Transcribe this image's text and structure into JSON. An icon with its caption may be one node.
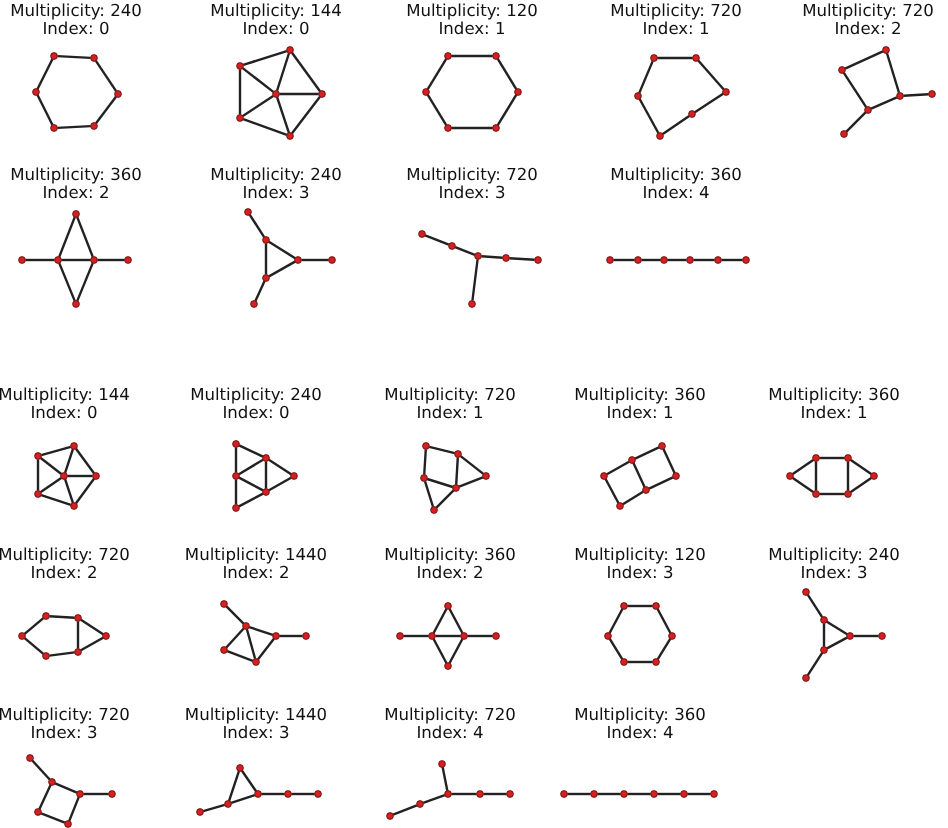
{
  "diagram": {
    "nodes": [
      {
        "text": [],
        "shape": "circle"
      },
      {
        "text": [],
        "shape": "circle"
      },
      {
        "text": [],
        "shape": "circle"
      },
      {
        "text": [],
        "shape": "circle"
      },
      {
        "text": [],
        "shape": "circle"
      },
      {
        "text": [],
        "shape": "circle"
      },
      {
        "text": [],
        "shape": "circle"
      },
      {
        "text": [],
        "shape": "circle"
      },
      {
        "text": [],
        "shape": "circle"
      },
      {
        "text": [],
        "shape": "circle"
      },
      {
        "text": [],
        "shape": "circle"
      },
      {
        "text": [],
        "shape": "circle"
      },
      {
        "text": [],
        "shape": "circle"
      },
      {
        "text": [],
        "shape": "circle"
      },
      {
        "text": [],
        "shape": "circle"
      },
      {
        "text": [],
        "shape": "circle"
      },
      {
        "text": [],
        "shape": "circle"
      },
      {
        "text": [],
        "shape": "circle"
      },
      {
        "text": [],
        "shape": "circle"
      },
      {
        "text": [],
        "shape": "circle"
      },
      {
        "text": [],
        "shape": "circle"
      },
      {
        "text": [],
        "shape": "circle"
      },
      {
        "text": [],
        "shape": "circle"
      },
      {
        "text": [],
        "shape": "circle"
      },
      {
        "text": [],
        "shape": "circle"
      },
      {
        "text": [],
        "shape": "circle"
      },
      {
        "text": [],
        "shape": "circle"
      },
      {
        "text": [],
        "shape": "circle"
      },
      {
        "text": [],
        "shape": "circle"
      },
      {
        "text": [],
        "shape": "circle"
      },
      {
        "text": [],
        "shape": "circle"
      },
      {
        "text": [],
        "shape": "circle"
      },
      {
        "text": [],
        "shape": "circle"
      },
      {
        "text": [],
        "shape": "circle"
      },
      {
        "text": [],
        "shape": "circle"
      },
      {
        "text": [],
        "shape": "circle"
      },
      {
        "text": [],
        "shape": "circle"
      },
      {
        "text": [],
        "shape": "circle"
      },
      {
        "text": [],
        "shape": "circle"
      },
      {
        "text": [],
        "shape": "circle"
      },
      {
        "text": [],
        "shape": "circle"
      },
      {
        "text": [],
        "shape": "circle"
      },
      {
        "text": [],
        "shape": "circle"
      },
      {
        "text": [],
        "shape": "circle"
      },
      {
        "text": [],
        "shape": "circle"
      },
      {
        "text": [],
        "shape": "circle"
      },
      {
        "text": [],
        "shape": "circle"
      },
      {
        "text": [],
        "shape": "circle"
      },
      {
        "text": [],
        "shape": "circle"
      },
      {
        "text": [],
        "shape": "circle"
      },
      {
        "text": [],
        "shape": "circle"
      },
      {
        "text": [],
        "shape": "circle"
      },
      {
        "text": [],
        "shape": "circle"
      },
      {
        "text": [],
        "shape": "circle"
      },
      {
        "text": [],
        "shape": "circle"
      },
      {
        "text": [],
        "shape": "circle"
      },
      {
        "text": [],
        "shape": "circle"
      },
      {
        "text": [],
        "shape": "circle"
      },
      {
        "text": [],
        "shape": "circle"
      },
      {
        "text": [],
        "shape": "circle"
      },
      {
        "text": [],
        "shape": "circle"
      },
      {
        "text": [],
        "shape": "circle"
      },
      {
        "text": [],
        "shape": "circle"
      },
      {
        "text": [],
        "shape": "circle"
      },
      {
        "text": [],
        "shape": "circle"
      },
      {
        "text": [],
        "shape": "circle"
      },
      {
        "text": [],
        "shape": "circle"
      },
      {
        "text": [],
        "shape": "circle"
      },
      {
        "text": [],
        "shape": "circle"
      },
      {
        "text": [],
        "shape": "circle"
      },
      {
        "text": [],
        "shape": "circle"
      },
      {
        "text": [],
        "shape": "circle"
      },
      {
        "text": [],
        "shape": "circle"
      },
      {
        "text": [],
        "shape": "circle"
      },
      {
        "text": [],
        "shape": "circle"
      },
      {
        "text": [],
        "shape": "circle"
      },
      {
        "text": [],
        "shape": "circle"
      },
      {
        "text": [],
        "shape": "circle"
      },
      {
        "text": [],
        "shape": "circle"
      },
      {
        "text": [],
        "shape": "circle"
      },
      {
        "text": [],
        "shape": "circle"
      },
      {
        "text": [],
        "shape": "circle"
      },
      {
        "text": [],
        "shape": "circle"
      },
      {
        "text": [],
        "shape": "circle"
      },
      {
        "text": [],
        "shape": "circle"
      },
      {
        "text": [],
        "shape": "circle"
      },
      {
        "text": [],
        "shape": "circle"
      },
      {
        "text": [],
        "shape": "circle"
      },
      {
        "text": [],
        "shape": "circle"
      },
      {
        "text": [],
        "shape": "circle"
      },
      {
        "text": [],
        "shape": "circle"
      },
      {
        "text": [],
        "shape": "circle"
      },
      {
        "text": [],
        "shape": "circle"
      },
      {
        "text": [],
        "shape": "circle"
      },
      {
        "text": [],
        "shape": "circle"
      },
      {
        "text": [],
        "shape": "circle"
      },
      {
        "text": [],
        "shape": "circle"
      },
      {
        "text": [],
        "shape": "circle"
      },
      {
        "text": [],
        "shape": "circle"
      },
      {
        "text": [],
        "shape": "circle"
      },
      {
        "text": [],
        "shape": "circle"
      },
      {
        "text": [],
        "shape": "circle"
      },
      {
        "text": [],
        "shape": "circle"
      },
      {
        "text": [],
        "shape": "circle"
      },
      {
        "text": [],
        "shape": "circle"
      },
      {
        "text": [],
        "shape": "circle"
      },
      {
        "text": [],
        "shape": "circle"
      },
      {
        "text": [],
        "shape": "circle"
      },
      {
        "text": [],
        "shape": "circle"
      },
      {
        "text": [],
        "shape": "circle"
      },
      {
        "text": [],
        "shape": "circle"
      },
      {
        "text": [],
        "shape": "circle"
      },
      {
        "text": [],
        "shape": "circle"
      },
      {
        "text": [],
        "shape": "circle"
      },
      {
        "text": [],
        "shape": "circle"
      },
      {
        "text": [],
        "shape": "circle"
      },
      {
        "text": [],
        "shape": "circle"
      },
      {
        "text": [],
        "shape": "circle"
      },
      {
        "text": [],
        "shape": "circle"
      },
      {
        "text": [],
        "shape": "circle"
      },
      {
        "text": [],
        "shape": "circle"
      },
      {
        "text": [],
        "shape": "circle"
      },
      {
        "text": [],
        "shape": "circle"
      },
      {
        "text": [],
        "shape": "circle"
      },
      {
        "text": [],
        "shape": "circle"
      },
      {
        "text": [],
        "shape": "circle"
      },
      {
        "text": [],
        "shape": "circle"
      },
      {
        "text": [],
        "shape": "circle"
      },
      {
        "text": [],
        "shape": "circle"
      },
      {
        "text": [],
        "shape": "circle"
      },
      {
        "text": [],
        "shape": "circle"
      },
      {
        "text": [],
        "shape": "circle"
      },
      {
        "text": [],
        "shape": "circle"
      },
      {
        "text": [],
        "shape": "circle"
      },
      {
        "text": [],
        "shape": "circle"
      },
      {
        "text": [],
        "shape": "circle"
      },
      {
        "text": [],
        "shape": "circle"
      },
      {
        "text": [],
        "shape": "circle"
      }
    ],
    "edges": [
      {
        "from": 0,
        "to": 1,
        "arrow": "none"
      },
      {
        "from": 1,
        "to": 3,
        "arrow": "none"
      },
      {
        "from": 3,
        "to": 5,
        "arrow": "none"
      },
      {
        "from": 5,
        "to": 4,
        "arrow": "none"
      },
      {
        "from": 4,
        "to": 2,
        "arrow": "none"
      },
      {
        "from": 2,
        "to": 0,
        "arrow": "none"
      },
      {
        "from": 6,
        "to": 7,
        "arrow": "none"
      },
      {
        "from": 7,
        "to": 10,
        "arrow": "none"
      },
      {
        "from": 10,
        "to": 11,
        "arrow": "none"
      },
      {
        "from": 11,
        "to": 9,
        "arrow": "none"
      },
      {
        "from": 9,
        "to": 6,
        "arrow": "none"
      },
      {
        "from": 8,
        "to": 6,
        "arrow": "none"
      },
      {
        "from": 8,
        "to": 7,
        "arrow": "none"
      },
      {
        "from": 8,
        "to": 9,
        "arrow": "none"
      },
      {
        "from": 8,
        "to": 10,
        "arrow": "none"
      },
      {
        "from": 8,
        "to": 11,
        "arrow": "none"
      },
      {
        "from": 12,
        "to": 13,
        "arrow": "none"
      },
      {
        "from": 13,
        "to": 15,
        "arrow": "none"
      },
      {
        "from": 15,
        "to": 17,
        "arrow": "none"
      },
      {
        "from": 17,
        "to": 16,
        "arrow": "none"
      },
      {
        "from": 16,
        "to": 14,
        "arrow": "none"
      },
      {
        "from": 14,
        "to": 12,
        "arrow": "none"
      },
      {
        "from": 18,
        "to": 19,
        "arrow": "none"
      },
      {
        "from": 19,
        "to": 21,
        "arrow": "none"
      },
      {
        "from": 21,
        "to": 22,
        "arrow": "none"
      },
      {
        "from": 22,
        "to": 23,
        "arrow": "none"
      },
      {
        "from": 23,
        "to": 20,
        "arrow": "none"
      },
      {
        "from": 20,
        "to": 18,
        "arrow": "none"
      },
      {
        "from": 24,
        "to": 25,
        "arrow": "none"
      },
      {
        "from": 25,
        "to": 28,
        "arrow": "none"
      },
      {
        "from": 28,
        "to": 27,
        "arrow": "none"
      },
      {
        "from": 27,
        "to": 24,
        "arrow": "none"
      },
      {
        "from": 27,
        "to": 26,
        "arrow": "none"
      },
      {
        "from": 28,
        "to": 29,
        "arrow": "none"
      },
      {
        "from": 31,
        "to": 32,
        "arrow": "none"
      },
      {
        "from": 32,
        "to": 33,
        "arrow": "none"
      },
      {
        "from": 33,
        "to": 34,
        "arrow": "none"
      },
      {
        "from": 30,
        "to": 32,
        "arrow": "none"
      },
      {
        "from": 30,
        "to": 33,
        "arrow": "none"
      },
      {
        "from": 32,
        "to": 35,
        "arrow": "none"
      },
      {
        "from": 33,
        "to": 35,
        "arrow": "none"
      },
      {
        "from": 36,
        "to": 37,
        "arrow": "none"
      },
      {
        "from": 37,
        "to": 38,
        "arrow": "none"
      },
      {
        "from": 38,
        "to": 40,
        "arrow": "none"
      },
      {
        "from": 40,
        "to": 37,
        "arrow": "none"
      },
      {
        "from": 38,
        "to": 39,
        "arrow": "none"
      },
      {
        "from": 40,
        "to": 41,
        "arrow": "none"
      },
      {
        "from": 42,
        "to": 43,
        "arrow": "none"
      },
      {
        "from": 43,
        "to": 44,
        "arrow": "none"
      },
      {
        "from": 44,
        "to": 45,
        "arrow": "none"
      },
      {
        "from": 45,
        "to": 46,
        "arrow": "none"
      },
      {
        "from": 44,
        "to": 47,
        "arrow": "none"
      },
      {
        "from": 48,
        "to": 49,
        "arrow": "none"
      },
      {
        "from": 49,
        "to": 50,
        "arrow": "none"
      },
      {
        "from": 50,
        "to": 51,
        "arrow": "none"
      },
      {
        "from": 51,
        "to": 52,
        "arrow": "none"
      },
      {
        "from": 52,
        "to": 53,
        "arrow": "none"
      },
      {
        "from": 54,
        "to": 55,
        "arrow": "none"
      },
      {
        "from": 55,
        "to": 58,
        "arrow": "none"
      },
      {
        "from": 58,
        "to": 59,
        "arrow": "none"
      },
      {
        "from": 59,
        "to": 57,
        "arrow": "none"
      },
      {
        "from": 57,
        "to": 54,
        "arrow": "none"
      },
      {
        "from": 56,
        "to": 54,
        "arrow": "none"
      },
      {
        "from": 56,
        "to": 55,
        "arrow": "none"
      },
      {
        "from": 56,
        "to": 57,
        "arrow": "none"
      },
      {
        "from": 56,
        "to": 58,
        "arrow": "none"
      },
      {
        "from": 56,
        "to": 59,
        "arrow": "none"
      },
      {
        "from": 60,
        "to": 62,
        "arrow": "none"
      },
      {
        "from": 62,
        "to": 65,
        "arrow": "none"
      },
      {
        "from": 60,
        "to": 61,
        "arrow": "none"
      },
      {
        "from": 61,
        "to": 63,
        "arrow": "none"
      },
      {
        "from": 63,
        "to": 64,
        "arrow": "none"
      },
      {
        "from": 64,
        "to": 65,
        "arrow": "none"
      },
      {
        "from": 61,
        "to": 64,
        "arrow": "none"
      },
      {
        "from": 62,
        "to": 61,
        "arrow": "none"
      },
      {
        "from": 62,
        "to": 64,
        "arrow": "none"
      },
      {
        "from": 66,
        "to": 67,
        "arrow": "none"
      },
      {
        "from": 66,
        "to": 68,
        "arrow": "none"
      },
      {
        "from": 67,
        "to": 70,
        "arrow": "none"
      },
      {
        "from": 67,
        "to": 69,
        "arrow": "none"
      },
      {
        "from": 69,
        "to": 70,
        "arrow": "none"
      },
      {
        "from": 68,
        "to": 70,
        "arrow": "none"
      },
      {
        "from": 68,
        "to": 71,
        "arrow": "none"
      },
      {
        "from": 71,
        "to": 70,
        "arrow": "none"
      },
      {
        "from": 72,
        "to": 73,
        "arrow": "none"
      },
      {
        "from": 73,
        "to": 74,
        "arrow": "none"
      },
      {
        "from": 74,
        "to": 77,
        "arrow": "none"
      },
      {
        "from": 77,
        "to": 76,
        "arrow": "none"
      },
      {
        "from": 76,
        "to": 75,
        "arrow": "none"
      },
      {
        "from": 75,
        "to": 72,
        "arrow": "none"
      },
      {
        "from": 73,
        "to": 76,
        "arrow": "none"
      },
      {
        "from": 78,
        "to": 79,
        "arrow": "none"
      },
      {
        "from": 79,
        "to": 83,
        "arrow": "none"
      },
      {
        "from": 83,
        "to": 82,
        "arrow": "none"
      },
      {
        "from": 82,
        "to": 78,
        "arrow": "none"
      },
      {
        "from": 80,
        "to": 78,
        "arrow": "none"
      },
      {
        "from": 80,
        "to": 82,
        "arrow": "none"
      },
      {
        "from": 79,
        "to": 81,
        "arrow": "none"
      },
      {
        "from": 83,
        "to": 81,
        "arrow": "none"
      },
      {
        "from": 86,
        "to": 84,
        "arrow": "none"
      },
      {
        "from": 84,
        "to": 85,
        "arrow": "none"
      },
      {
        "from": 85,
        "to": 87,
        "arrow": "none"
      },
      {
        "from": 87,
        "to": 89,
        "arrow": "none"
      },
      {
        "from": 89,
        "to": 88,
        "arrow": "none"
      },
      {
        "from": 88,
        "to": 86,
        "arrow": "none"
      },
      {
        "from": 85,
        "to": 89,
        "arrow": "none"
      },
      {
        "from": 90,
        "to": 91,
        "arrow": "none"
      },
      {
        "from": 91,
        "to": 92,
        "arrow": "none"
      },
      {
        "from": 92,
        "to": 93,
        "arrow": "none"
      },
      {
        "from": 91,
        "to": 94,
        "arrow": "none"
      },
      {
        "from": 94,
        "to": 95,
        "arrow": "none"
      },
      {
        "from": 95,
        "to": 92,
        "arrow": "none"
      },
      {
        "from": 91,
        "to": 95,
        "arrow": "none"
      },
      {
        "from": 97,
        "to": 98,
        "arrow": "none"
      },
      {
        "from": 98,
        "to": 99,
        "arrow": "none"
      },
      {
        "from": 99,
        "to": 100,
        "arrow": "none"
      },
      {
        "from": 96,
        "to": 98,
        "arrow": "none"
      },
      {
        "from": 96,
        "to": 99,
        "arrow": "none"
      },
      {
        "from": 98,
        "to": 101,
        "arrow": "none"
      },
      {
        "from": 99,
        "to": 101,
        "arrow": "none"
      },
      {
        "from": 102,
        "to": 103,
        "arrow": "none"
      },
      {
        "from": 103,
        "to": 105,
        "arrow": "none"
      },
      {
        "from": 105,
        "to": 107,
        "arrow": "none"
      },
      {
        "from": 107,
        "to": 106,
        "arrow": "none"
      },
      {
        "from": 106,
        "to": 104,
        "arrow": "none"
      },
      {
        "from": 104,
        "to": 102,
        "arrow": "none"
      },
      {
        "from": 108,
        "to": 109,
        "arrow": "none"
      },
      {
        "from": 109,
        "to": 110,
        "arrow": "none"
      },
      {
        "from": 110,
        "to": 112,
        "arrow": "none"
      },
      {
        "from": 112,
        "to": 109,
        "arrow": "none"
      },
      {
        "from": 110,
        "to": 111,
        "arrow": "none"
      },
      {
        "from": 112,
        "to": 113,
        "arrow": "none"
      },
      {
        "from": 114,
        "to": 115,
        "arrow": "none"
      },
      {
        "from": 115,
        "to": 116,
        "arrow": "none"
      },
      {
        "from": 116,
        "to": 119,
        "arrow": "none"
      },
      {
        "from": 119,
        "to": 118,
        "arrow": "none"
      },
      {
        "from": 118,
        "to": 115,
        "arrow": "none"
      },
      {
        "from": 116,
        "to": 117,
        "arrow": "none"
      },
      {
        "from": 120,
        "to": 121,
        "arrow": "none"
      },
      {
        "from": 121,
        "to": 124,
        "arrow": "none"
      },
      {
        "from": 124,
        "to": 120,
        "arrow": "none"
      },
      {
        "from": 121,
        "to": 122,
        "arrow": "none"
      },
      {
        "from": 122,
        "to": 123,
        "arrow": "none"
      },
      {
        "from": 124,
        "to": 125,
        "arrow": "none"
      },
      {
        "from": 126,
        "to": 127,
        "arrow": "none"
      },
      {
        "from": 127,
        "to": 128,
        "arrow": "none"
      },
      {
        "from": 128,
        "to": 129,
        "arrow": "none"
      },
      {
        "from": 127,
        "to": 130,
        "arrow": "none"
      },
      {
        "from": 130,
        "to": 131,
        "arrow": "none"
      },
      {
        "from": 132,
        "to": 133,
        "arrow": "none"
      },
      {
        "from": 133,
        "to": 134,
        "arrow": "none"
      },
      {
        "from": 134,
        "to": 135,
        "arrow": "none"
      },
      {
        "from": 135,
        "to": 136,
        "arrow": "none"
      },
      {
        "from": 136,
        "to": 137,
        "arrow": "none"
      }
    ],
    "labels": [
      "Multiplicity: 240",
      "Index: 0",
      "Multiplicity: 144",
      "Index: 0",
      "Multiplicity: 120",
      "Index: 1",
      "Multiplicity: 720",
      "Index: 1",
      "Multiplicity: 720",
      "Index: 2",
      "Multiplicity: 360",
      "Index: 2",
      "Multiplicity: 240",
      "Index: 3",
      "Multiplicity: 720",
      "Index: 3",
      "Multiplicity: 360",
      "Index: 4",
      "Multiplicity: 144",
      "Index: 0",
      "Multiplicity: 240",
      "Index: 0",
      "Multiplicity: 720",
      "Index: 1",
      "Multiplicity: 360",
      "Index: 1",
      "Multiplicity: 360",
      "Index: 1",
      "Multiplicity: 720",
      "Index: 2",
      "Multiplicity: 1440",
      "Index: 2",
      "Multiplicity: 360",
      "Index: 2",
      "Multiplicity: 120",
      "Index: 3",
      "Multiplicity: 240",
      "Index: 3",
      "Multiplicity: 720",
      "Index: 3",
      "Multiplicity: 1440",
      "Index: 3",
      "Multiplicity: 720",
      "Index: 4",
      "Multiplicity: 360",
      "Index: 4"
    ]
  }
}
